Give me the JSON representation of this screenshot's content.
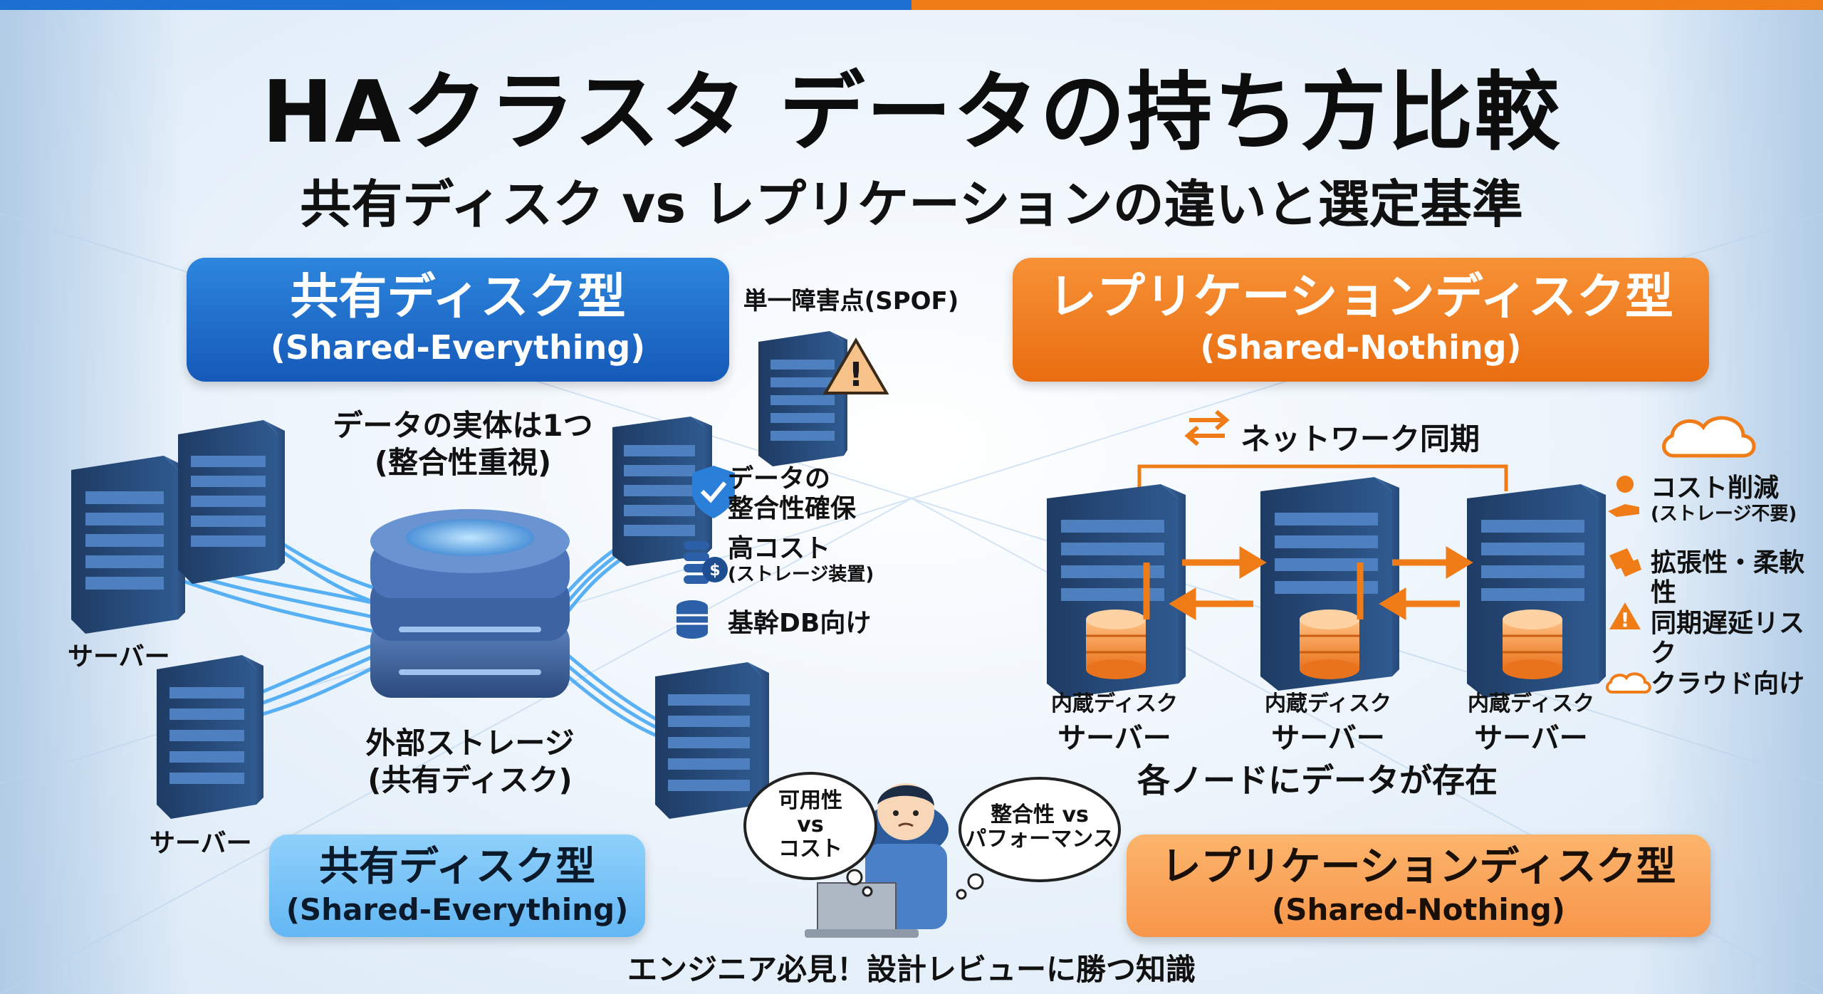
{
  "title": "HAクラスタ データの持ち方比較",
  "subtitle": "共有ディスク vs レプリケーションの違いと選定基準",
  "shared": {
    "banner_title": "共有ディスク型",
    "banner_sub": "(Shared-Everything)",
    "spof_label": "単一障害点(SPOF)",
    "entity_label_1": "データの実体は1つ",
    "entity_label_2": "(整合性重視)",
    "storage_label_1": "外部ストレージ",
    "storage_label_2": "(共有ディスク)",
    "server_label_left": "サーバー",
    "server_label_bottom": "サーバー",
    "features": [
      {
        "main": "データの",
        "main2": "整合性確保",
        "icon": "shield-check-icon"
      },
      {
        "main": "高コスト",
        "sub": "(ストレージ装置)",
        "icon": "coins-icon"
      },
      {
        "main": "基幹DB向け",
        "icon": "database-icon"
      }
    ],
    "bottom_banner_title": "共有ディスク型",
    "bottom_banner_sub": "(Shared-Everything)"
  },
  "replication": {
    "banner_title": "レプリケーションディスク型",
    "banner_sub": "(Shared-Nothing)",
    "network_label": "ネットワーク同期",
    "disk_labels": [
      "内蔵ディスク",
      "内蔵ディスク",
      "内蔵ディスク"
    ],
    "server_labels": [
      "サーバー",
      "サーバー",
      "サーバー"
    ],
    "each_node_label": "各ノードにデータが存在",
    "features": [
      {
        "main": "コスト削減",
        "sub": "(ストレージ不要)",
        "icon": "hand-coin-icon"
      },
      {
        "main": "拡張性・柔軟性",
        "icon": "scale-icon"
      },
      {
        "main": "同期遅延リスク",
        "icon": "warning-icon"
      },
      {
        "main": "クラウド向け",
        "icon": "cloud-icon"
      }
    ],
    "bottom_banner_title": "レプリケーションディスク型",
    "bottom_banner_sub": "(Shared-Nothing)"
  },
  "engineer": {
    "thought_left_1": "可用性",
    "thought_left_2": "vs",
    "thought_left_3": "コスト",
    "thought_right_1": "整合性 vs",
    "thought_right_2": "パフォーマンス"
  },
  "footer": "エンジニア必見！設計レビューに勝つ知識",
  "colors": {
    "blue": "#1d6fd1",
    "orange": "#f07c18",
    "server": "#2b4d7c",
    "cable": "#3aa0f0"
  }
}
